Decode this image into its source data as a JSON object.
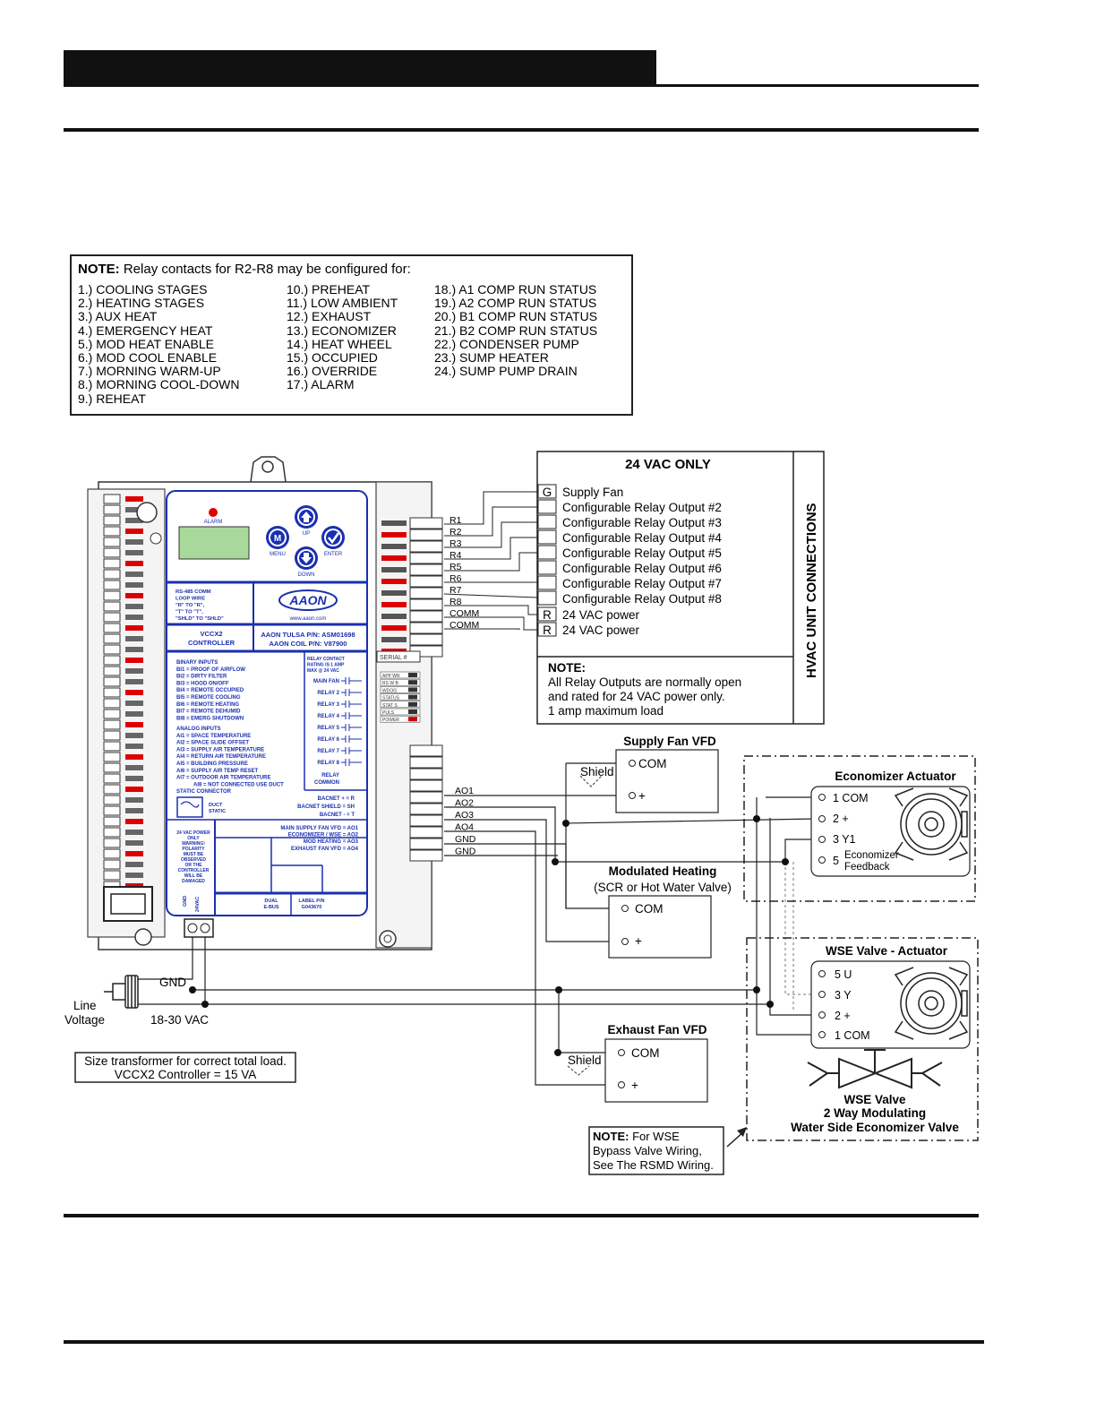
{
  "relay_note": {
    "title_bold": "NOTE:",
    "title_rest": " Relay contacts for R2-R8 may be configured for:",
    "col1": [
      "1.) COOLING STAGES",
      "2.) HEATING STAGES",
      "3.) AUX HEAT",
      "4.) EMERGENCY HEAT",
      "5.) MOD HEAT ENABLE",
      "6.) MOD COOL ENABLE",
      "7.) MORNING WARM-UP",
      "8.) MORNING COOL-DOWN",
      "9.) REHEAT"
    ],
    "col2": [
      "10.) PREHEAT",
      "11.) LOW AMBIENT",
      "12.) EXHAUST",
      "13.) ECONOMIZER",
      "14.) HEAT WHEEL",
      "15.) OCCUPIED",
      "16.) OVERRIDE",
      "17.) ALARM"
    ],
    "col3": [
      "18.) A1 COMP RUN STATUS",
      "19.) A2 COMP RUN STATUS",
      "20.) B1 COMP RUN STATUS",
      "21.) B2 COMP RUN STATUS",
      "22.) CONDENSER PUMP",
      "23.) SUMP HEATER",
      "24.) SUMP PUMP DRAIN"
    ]
  },
  "controller": {
    "alarm": "ALARM",
    "up": "UP",
    "menu": "MENU",
    "enter": "ENTER",
    "down": "DOWN",
    "rs485": [
      "RS-485 COMM",
      "LOOP WIRE",
      "\"R\" TO \"R\",",
      "\"T\" TO \"T\",",
      "\"SHLD\" TO \"SHLD\""
    ],
    "brand": "AAON",
    "url": "www.aaon.com",
    "model": [
      "VCCX2",
      "CONTROLLER"
    ],
    "part_numbers": [
      "AAON TULSA P/N: ASM01698",
      "AAON COIL P/N: V87900"
    ],
    "binary_inputs": [
      "BINARY INPUTS",
      "BI1 = PROOF OF AIRFLOW",
      "BI2 = DIRTY FILTER",
      "BI3 = HOOD ON/OFF",
      "BI4 = REMOTE OCCUPIED",
      "BI5 = REMOTE COOLING",
      "BI6 = REMOTE HEATING",
      "BI7 = REMOTE DEHUMID",
      "BI8 = EMERG SHUTDOWN"
    ],
    "analog_inputs": [
      "ANALOG INPUTS",
      "AI1 = SPACE TEMPERATURE",
      "AI2 = SPACE SLIDE OFFSET",
      "AI3 = SUPPLY AIR TEMPERATURE",
      "AI4 = RETURN AIR TEMPERATURE",
      "AI5 = BUILDING PRESSURE",
      "AI6 = SUPPLY AIR TEMP RESET",
      "AI7 = OUTDOOR AIR TEMPERATURE",
      "AI8 = NOT CONNECTED USE DUCT",
      "STATIC CONNECTOR"
    ],
    "relay_rating": [
      "RELAY CONTACT",
      "RATING IS 1 AMP",
      "MAX @ 24 VAC"
    ],
    "relays": [
      "MAIN FAN",
      "RELAY 2",
      "RELAY 3",
      "RELAY 4",
      "RELAY 5",
      "RELAY 6",
      "RELAY 7",
      "RELAY 8",
      "RELAY",
      "COMMON"
    ],
    "bacnet": [
      "BACNET + = R",
      "BACNET SHIELD = SH",
      "BACNET - = T"
    ],
    "duct_static": [
      "DUCT",
      "STATIC"
    ],
    "aouts": [
      "MAIN SUPPLY FAN VFD = AO1",
      "ECONOMIZER / WSE = AO2",
      "MOD HEATING = AO3",
      "EXHAUST FAN VFD = AO4"
    ],
    "power_warning": [
      "24 VAC POWER",
      "ONLY",
      "WARNING!",
      "POLARITY",
      "MUST BE",
      "OBSERVED",
      "OR THE",
      "CONTROLLER",
      "WILL BE",
      "DAMAGED"
    ],
    "gnd_label": "GND",
    "vac_label": "24VAC",
    "dual_ebus": [
      "DUAL",
      "E-BUS"
    ],
    "label_pn": [
      "LABEL P/N",
      "G043670"
    ],
    "serial": "SERIAL #",
    "status_leds": [
      "APP WR",
      "RS W B",
      "WDOG",
      "STATUS",
      "STAT S",
      "PULS",
      "POWER"
    ]
  },
  "terminals": {
    "relays": [
      "R1",
      "R2",
      "R3",
      "R4",
      "R5",
      "R6",
      "R7",
      "R8",
      "COMM",
      "COMM"
    ],
    "analog_outputs": [
      "AO1",
      "AO2",
      "AO3",
      "AO4",
      "GND",
      "GND"
    ]
  },
  "hvac_box": {
    "title": "24 VAC ONLY",
    "rows": [
      {
        "tag": "G",
        "label": "Supply Fan"
      },
      {
        "tag": "",
        "label": "Configurable Relay Output #2"
      },
      {
        "tag": "",
        "label": "Configurable Relay Output #3"
      },
      {
        "tag": "",
        "label": "Configurable Relay Output #4"
      },
      {
        "tag": "",
        "label": "Configurable Relay Output #5"
      },
      {
        "tag": "",
        "label": "Configurable Relay Output #6"
      },
      {
        "tag": "",
        "label": "Configurable Relay Output #7"
      },
      {
        "tag": "",
        "label": "Configurable Relay Output #8"
      },
      {
        "tag": "R",
        "label": "24 VAC power"
      },
      {
        "tag": "R",
        "label": "24 VAC power"
      }
    ],
    "side_label": "HVAC UNIT CONNECTIONS",
    "note_bold": "NOTE:",
    "note_lines": [
      "All Relay Outputs are normally open",
      "and rated for 24 VAC power only.",
      "1 amp maximum load"
    ]
  },
  "supply_fan_vfd": {
    "title": "Supply Fan VFD",
    "shield": "Shield",
    "com": "COM",
    "plus": "+"
  },
  "mod_heating": {
    "title": "Modulated Heating",
    "subtitle": "(SCR or Hot Water Valve)",
    "com": "COM",
    "plus": "+"
  },
  "exhaust_fan_vfd": {
    "title": "Exhaust Fan VFD",
    "shield": "Shield",
    "com": "COM",
    "plus": "+"
  },
  "economizer": {
    "title": "Economizer Actuator",
    "terminals": [
      "1  COM",
      "2  +",
      "3  Y1",
      "5"
    ],
    "feedback": [
      "Economizer",
      "Feedback"
    ]
  },
  "wse": {
    "title": "WSE Valve - Actuator",
    "terminals": [
      "5  U",
      "3  Y",
      "2  +",
      "1  COM"
    ],
    "valve_lines": [
      "WSE Valve",
      "2 Way Modulating",
      "Water Side Economizer Valve"
    ]
  },
  "wse_note": {
    "bold": "NOTE:",
    "lines": [
      "  For WSE",
      "Bypass Valve Wiring,",
      "See The RSMD Wiring."
    ]
  },
  "power": {
    "gnd": "GND",
    "line": "Line",
    "voltage": "Voltage",
    "vac": "18-30 VAC"
  },
  "transformer_note": [
    "Size transformer for correct total load.",
    "VCCX2 Controller = 15 VA"
  ]
}
